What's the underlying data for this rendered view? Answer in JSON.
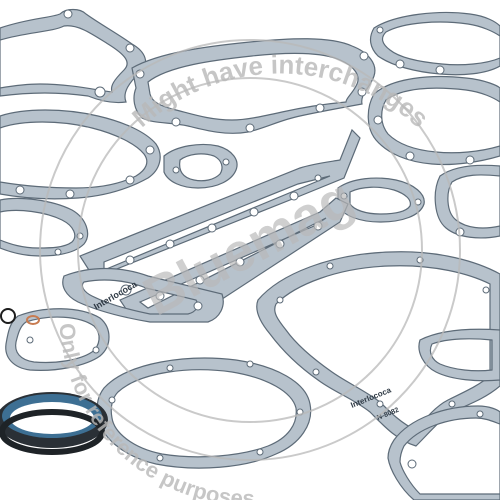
{
  "image": {
    "background": "#ffffff",
    "colors": {
      "gasket": "#b7c2cc",
      "gasket_edge": "#5d6b78",
      "hole": "#ffffff",
      "print": "#2f3a45",
      "seal_outer": "#2a3036",
      "seal_blue": "#3d6f93",
      "oring": "#1d1d1d",
      "washer": "#c87b50",
      "watermark": "#b9b9b9"
    },
    "watermark": {
      "line_1": "Might have interchanges",
      "line_2": "Only for reference purposes",
      "logo": "Bluemag"
    },
    "gasket_print": {
      "brand": "Interlococa",
      "part_number": "N-8082",
      "brand_alt": "Interlococa"
    }
  }
}
